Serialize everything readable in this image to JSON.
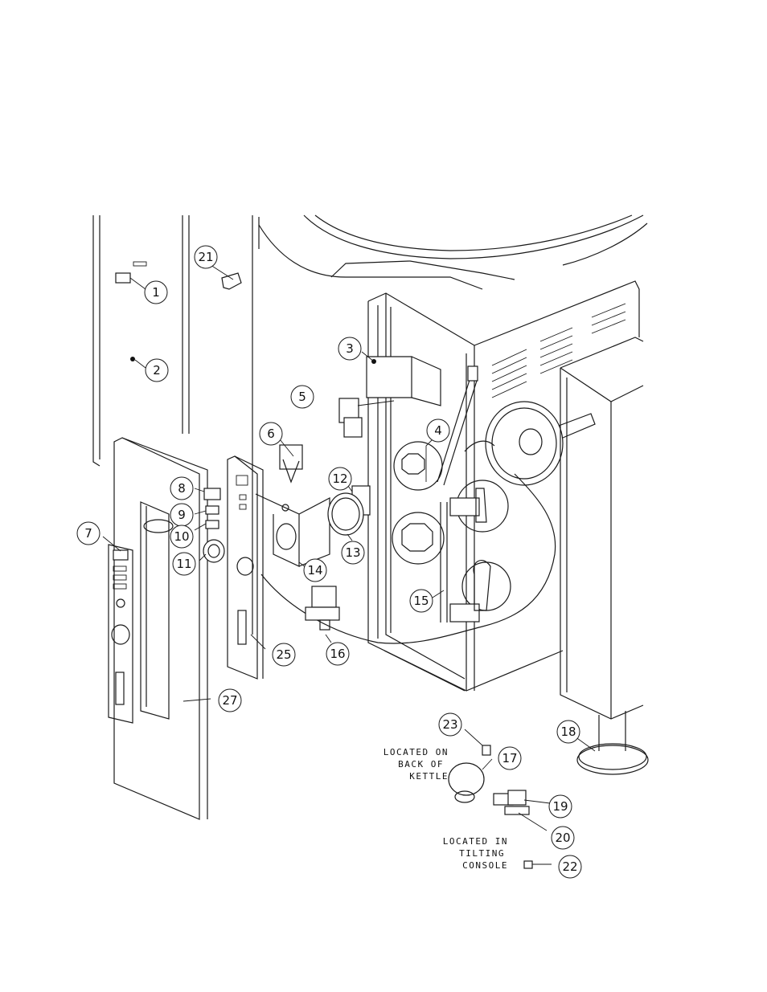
{
  "callouts": [
    {
      "id": "1"
    },
    {
      "id": "2"
    },
    {
      "id": "3"
    },
    {
      "id": "4"
    },
    {
      "id": "5"
    },
    {
      "id": "6"
    },
    {
      "id": "7"
    },
    {
      "id": "8"
    },
    {
      "id": "9"
    },
    {
      "id": "10"
    },
    {
      "id": "11"
    },
    {
      "id": "12"
    },
    {
      "id": "13"
    },
    {
      "id": "14"
    },
    {
      "id": "15"
    },
    {
      "id": "16"
    },
    {
      "id": "17"
    },
    {
      "id": "18"
    },
    {
      "id": "19"
    },
    {
      "id": "20"
    },
    {
      "id": "21"
    },
    {
      "id": "22"
    },
    {
      "id": "23"
    },
    {
      "id": "25"
    },
    {
      "id": "27"
    }
  ],
  "notes": {
    "back_of_kettle": [
      "LOCATED ON",
      "BACK OF",
      "KETTLE"
    ],
    "tilting_console": [
      "LOCATED IN",
      "TILTING",
      "CONSOLE"
    ]
  }
}
